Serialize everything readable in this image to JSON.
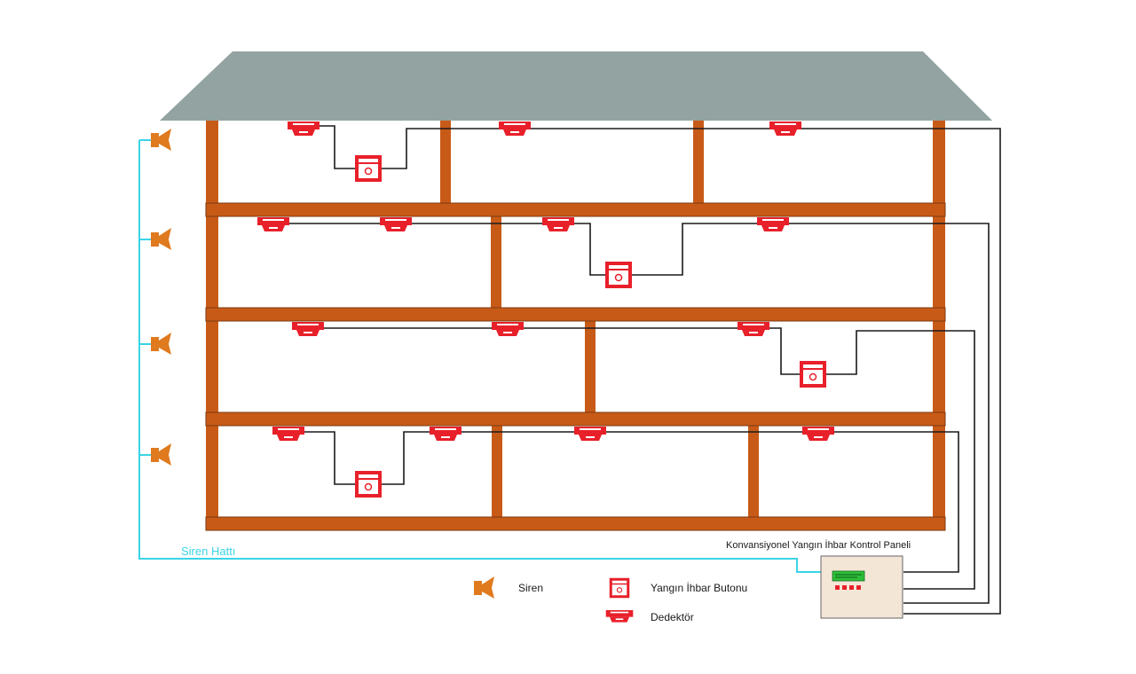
{
  "panel": {
    "title": "Konvansiyonel Yangın İhbar Kontrol Paneli"
  },
  "siren_line": {
    "label": "Siren Hattı"
  },
  "legend": {
    "siren": "Siren",
    "button": "Yangın İhbar Butonu",
    "detector": "Dedektör"
  },
  "colors": {
    "roof": "#93a3a1",
    "frame": "#c85a17",
    "frame_dark": "#7a3a12",
    "device": "#e8202a",
    "siren": "#e07a1f",
    "siren_line": "#3ad4e6",
    "wire": "#1a1a1a",
    "panel_fill": "#f3e6d7",
    "panel_screen": "#2dbf3a"
  },
  "floors": [
    {
      "name": "floor-4",
      "detectors": 3,
      "buttons": 1
    },
    {
      "name": "floor-3",
      "detectors": 4,
      "buttons": 1
    },
    {
      "name": "floor-2",
      "detectors": 3,
      "buttons": 1
    },
    {
      "name": "floor-1",
      "detectors": 4,
      "buttons": 1
    }
  ]
}
